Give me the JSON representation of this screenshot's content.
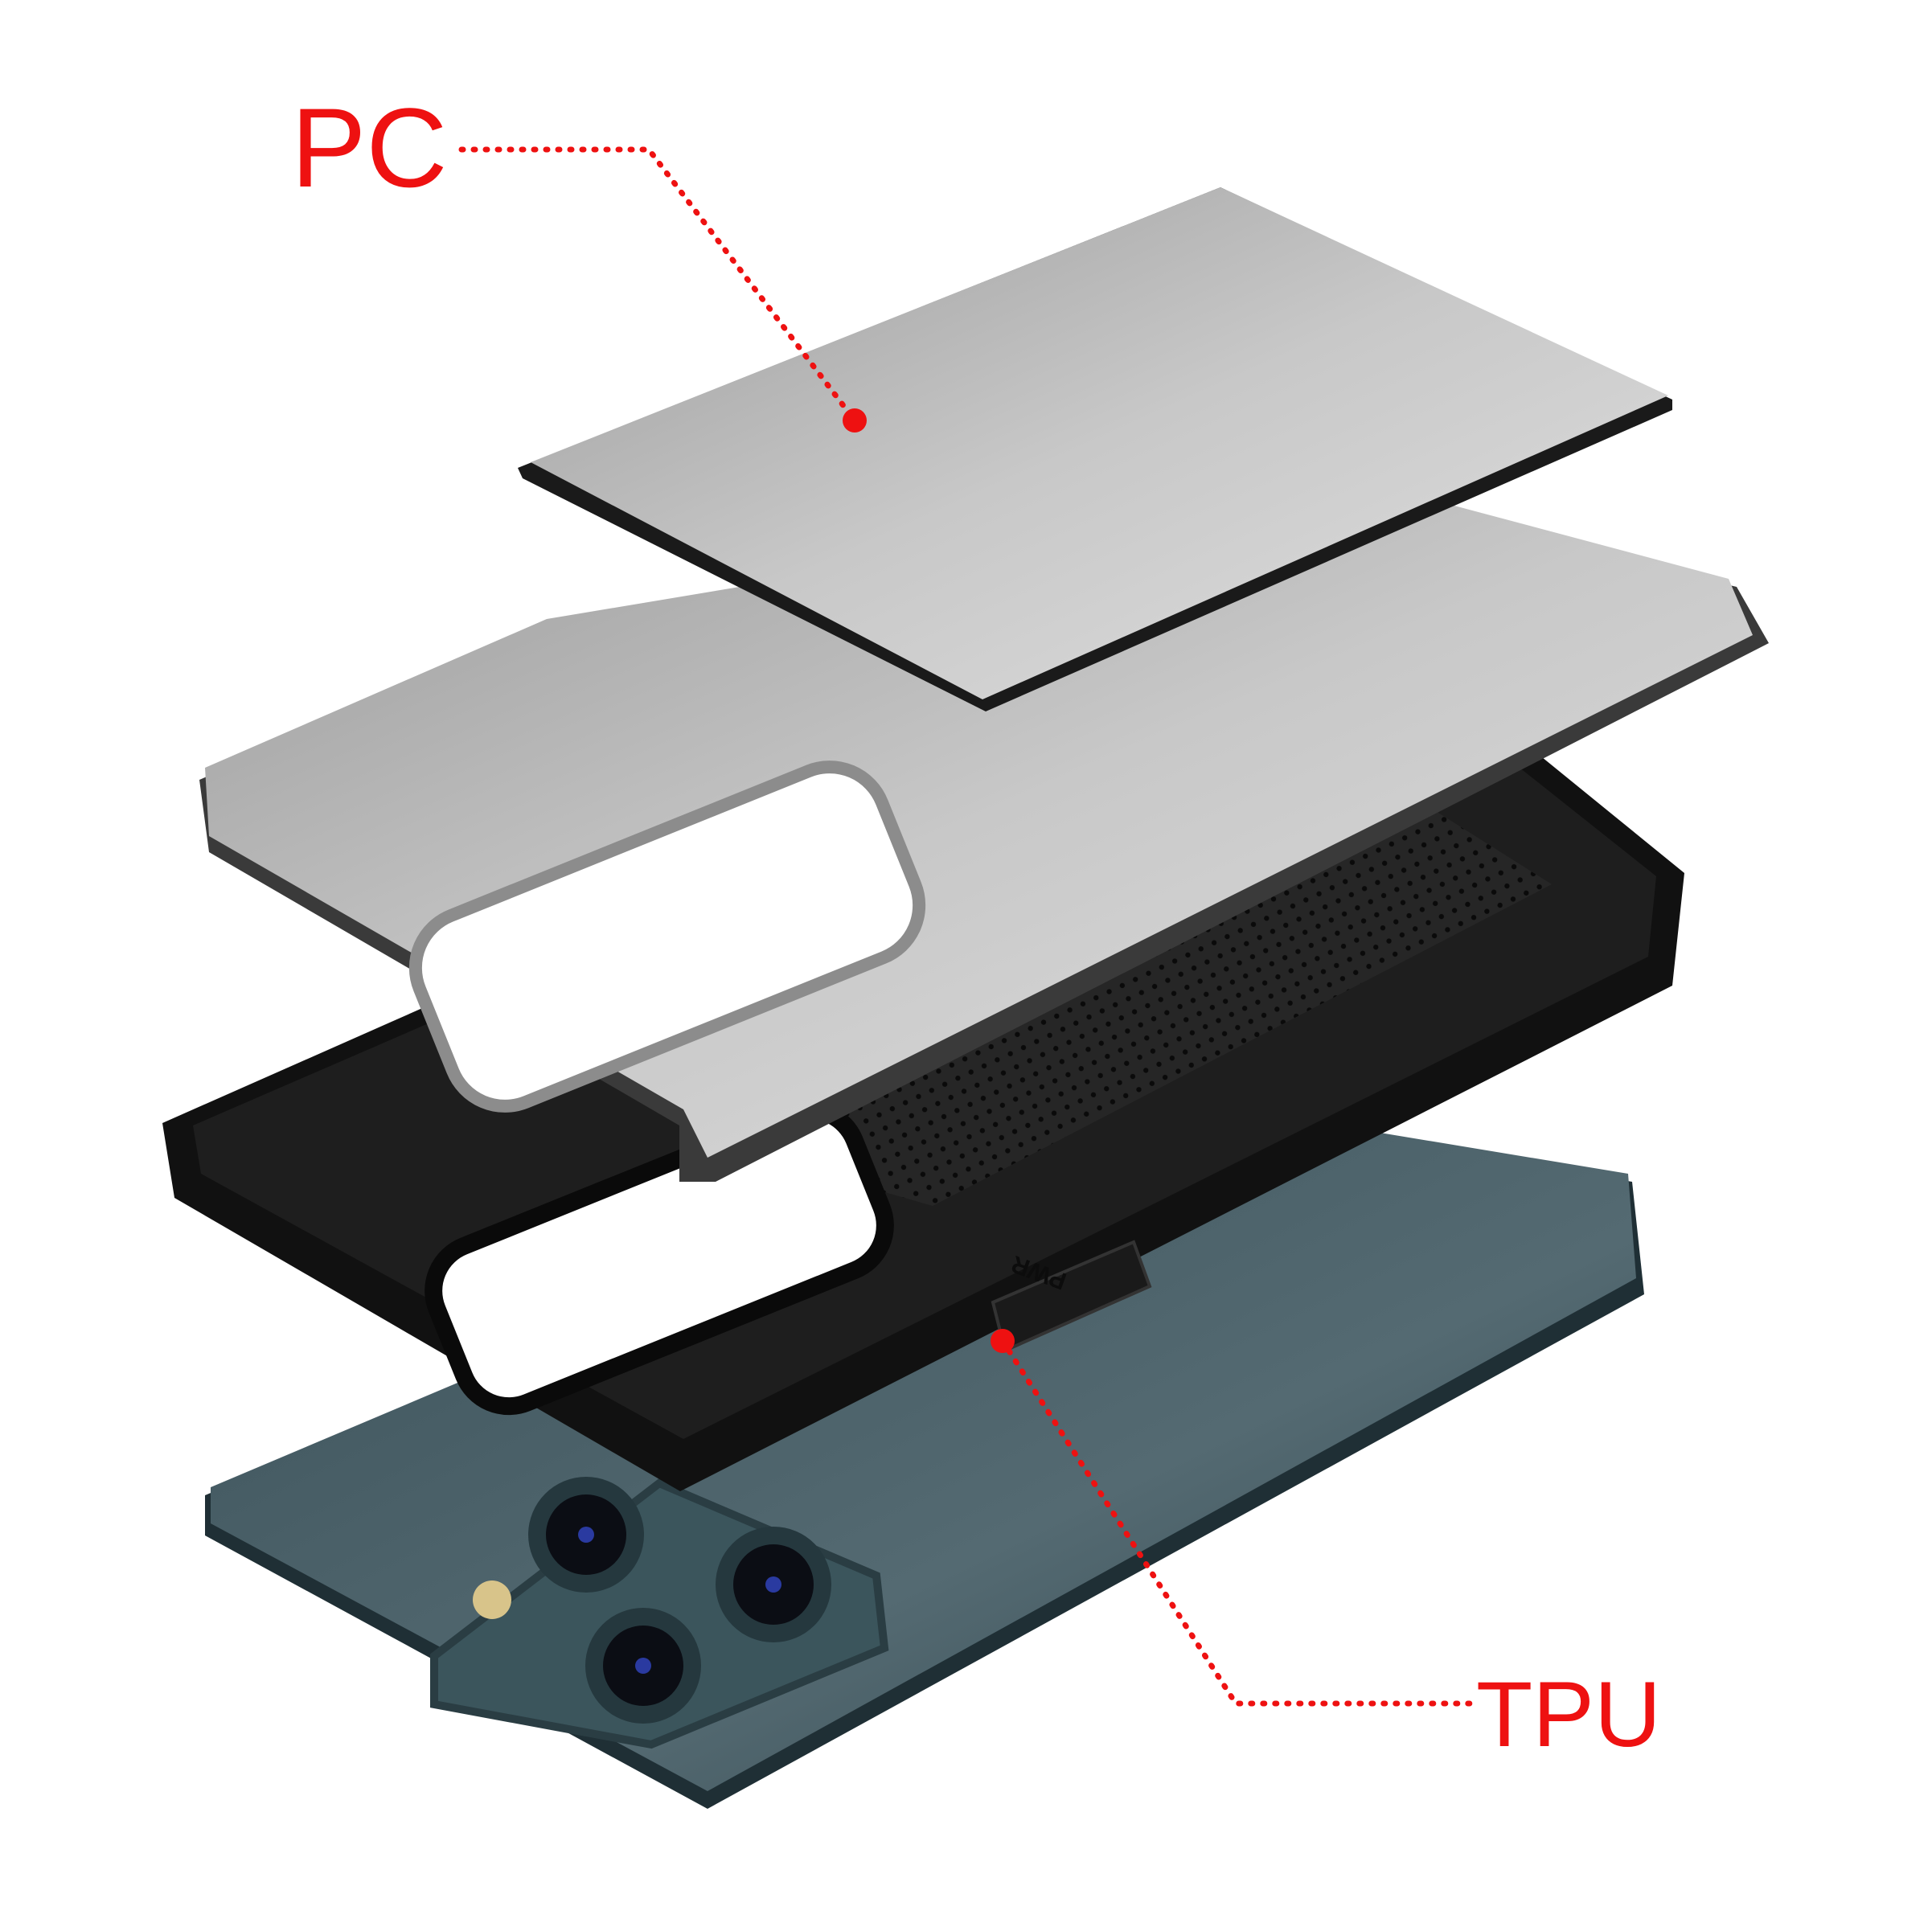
{
  "labels": {
    "top_material": "PC",
    "bottom_material": "TPU",
    "button_marking": "PWR"
  },
  "colors": {
    "callout": "#ee1111",
    "pc_shell": "#c4c4c4",
    "tpu_shell": "#1c1c1c",
    "phone_body": "#4e636b"
  }
}
